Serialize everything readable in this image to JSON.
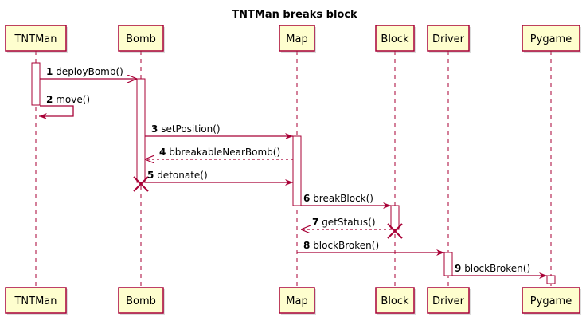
{
  "diagram": {
    "title": "TNTMan breaks block",
    "participants": [
      {
        "id": "tntman",
        "label": "TNTMan"
      },
      {
        "id": "bomb",
        "label": "Bomb"
      },
      {
        "id": "map",
        "label": "Map"
      },
      {
        "id": "block",
        "label": "Block"
      },
      {
        "id": "driver",
        "label": "Driver"
      },
      {
        "id": "pygame",
        "label": "Pygame"
      }
    ],
    "messages": [
      {
        "num": "1",
        "label": "deployBomb()",
        "from": "tntman",
        "to": "bomb",
        "style": "open-arrow"
      },
      {
        "num": "2",
        "label": "move()",
        "from": "tntman",
        "to": "tntman",
        "style": "self"
      },
      {
        "num": "3",
        "label": "setPosition()",
        "from": "bomb",
        "to": "map",
        "style": "sync"
      },
      {
        "num": "4",
        "label": "bbreakableNearBomb()",
        "from": "map",
        "to": "bomb",
        "style": "return"
      },
      {
        "num": "5",
        "label": "detonate()",
        "from": "bomb",
        "to": "map",
        "style": "sync"
      },
      {
        "num": "6",
        "label": "breakBlock()",
        "from": "map",
        "to": "block",
        "style": "sync"
      },
      {
        "num": "7",
        "label": "getStatus()",
        "from": "block",
        "to": "map",
        "style": "return"
      },
      {
        "num": "8",
        "label": "blockBroken()",
        "from": "map",
        "to": "driver",
        "style": "sync"
      },
      {
        "num": "9",
        "label": "blockBroken()",
        "from": "driver",
        "to": "pygame",
        "style": "sync"
      }
    ],
    "colors": {
      "accent": "#A80036",
      "participant_fill": "#FEFECE",
      "activation_fill": "#FFFFFF",
      "text": "#000000"
    }
  }
}
